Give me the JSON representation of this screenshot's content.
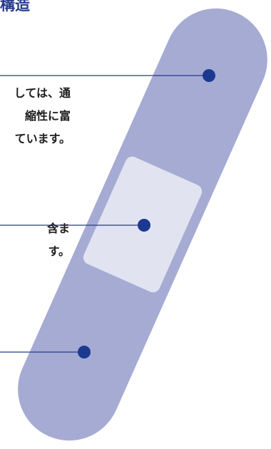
{
  "title": "構造",
  "label1": {
    "lines": [
      "しては、通",
      "縮性に富",
      "ています。"
    ]
  },
  "label2": {
    "lines": [
      "含ま",
      "す。"
    ]
  },
  "colors": {
    "bandage": "#a6abd3",
    "pad": "#e1e3f1",
    "leader": "#253a8c",
    "dot": "#1b3a8f",
    "title": "#253a8c",
    "text": "#1d1d1d"
  }
}
